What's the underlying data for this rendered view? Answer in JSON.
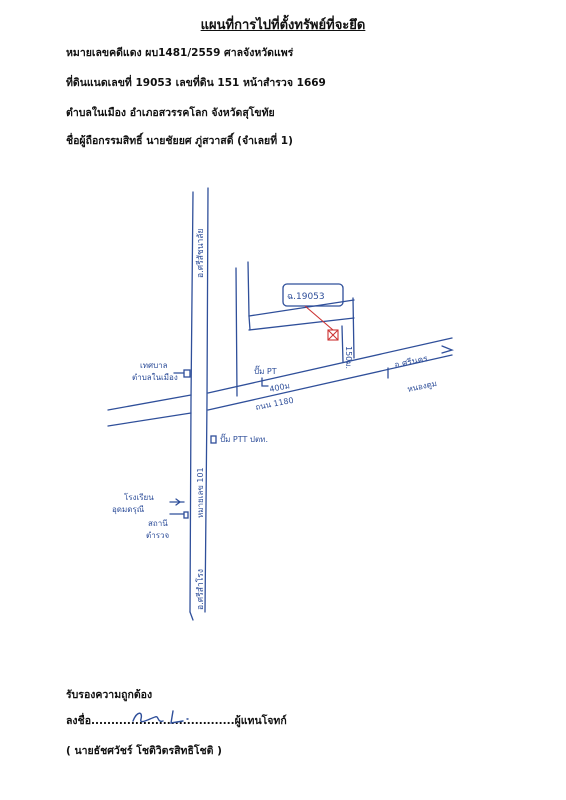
{
  "header": {
    "title": "แผนที่การไปที่ตั้งทรัพย์ที่จะยึด",
    "case_line": "หมายเลขคดีแดง ผบ1481/2559  ศาลจังหวัดแพร่",
    "deed_line": "ที่ดินแนดเลขที่ 19053 เลขที่ดิน 151 หน้าสำรวจ 1669",
    "location_line": "ตำบลในเมือง อำเภอสวรรคโลก จังหวัดสุโขทัย",
    "owner_line": "ชื่อผู้ถือกรรมสิทธิ์  นายชัยยศ   ภู่สวาสดิ์  (จำเลยที่ 1)"
  },
  "map": {
    "callout_label": "ฉ.19053",
    "road_top_label": "อ.ศรีสัชนาลัย",
    "road_bottom_label": "อ.ศรีสำโรง",
    "road_right_label": "อ.ศรีนคร",
    "road_right_vertical_label": "หนองตูม",
    "road_north_south_label": "หมายเลข 101",
    "highway_label": "ถนน 1180",
    "distance_label": "400ม",
    "side_distance_label": "150ม.",
    "pump_pt_label": "ปั๊ม PT",
    "pump_ptt_label": "ปั๊ม PTT ปตท.",
    "municipality_label_1": "เทศบาล",
    "municipality_label_2": "ตำบลในเมือง",
    "school_label_1": "โรงเรียน",
    "school_label_2": "อุดมดรุณี",
    "school_label_3": "สถานี",
    "school_label_4": "ตำรวจ",
    "color_ink": "#2f4f9a",
    "color_marker": "#cc3333"
  },
  "footer": {
    "certify": "รับรองความถูกต้อง",
    "sign_prefix": "ลงชื่อ",
    "sign_dots_left": "........................",
    "sign_dots_right": "............",
    "sign_suffix": "ผู้แทนโจทก์",
    "signer_name": "(  นายธัชศวัชร์   โชติวิตรสิทธิโชติ  )"
  }
}
